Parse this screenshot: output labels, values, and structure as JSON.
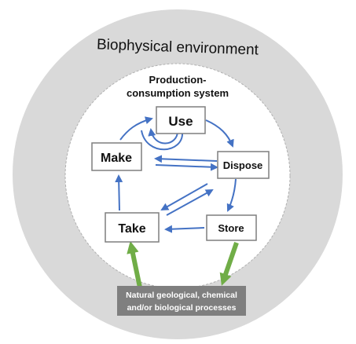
{
  "outer_title": "Biophysical environment",
  "inner_title": {
    "line1": "Production-",
    "line2": "consumption system"
  },
  "nodes": {
    "use": "Use",
    "make": "Make",
    "dispose": "Dispose",
    "take": "Take",
    "store": "Store"
  },
  "natural_processes": {
    "line1": "Natural geological, chemical",
    "line2": "and/or biological processes"
  },
  "colors": {
    "outer_ring": "#d9d9d9",
    "flow_arrow": "#4472c4",
    "exchange_arrow": "#70ad47",
    "natural_box": "#7f7f7f",
    "box_border": "#7f7f7f"
  }
}
